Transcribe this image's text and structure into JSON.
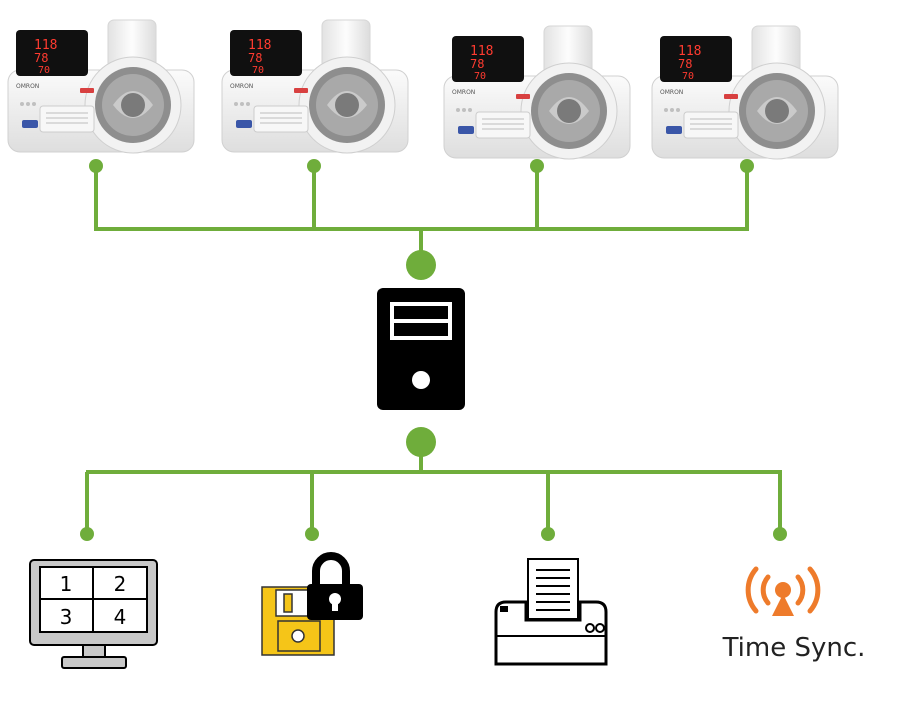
{
  "devices": {
    "brand": "OMRON",
    "readings": [
      {
        "systolic": "118",
        "diastolic": "78",
        "pulse": "70"
      },
      {
        "systolic": "118",
        "diastolic": "78",
        "pulse": "70"
      },
      {
        "systolic": "118",
        "diastolic": "78",
        "pulse": "70"
      },
      {
        "systolic": "118",
        "diastolic": "78",
        "pulse": "70"
      }
    ]
  },
  "monitor": {
    "cells": [
      "1",
      "2",
      "3",
      "4"
    ]
  },
  "time_sync": {
    "label": "Time Sync."
  },
  "colors": {
    "line": "#6fad3b",
    "server": "#000000",
    "disk": "#f5c518",
    "lock": "#000000",
    "signal": "#ee7b2b",
    "monitor_gray": "#c8c8c8",
    "display_red": "#ff3b30"
  },
  "icons": [
    "bp-monitor-icon",
    "server-icon",
    "monitor-grid-icon",
    "floppy-lock-icon",
    "printer-icon",
    "time-sync-icon"
  ]
}
